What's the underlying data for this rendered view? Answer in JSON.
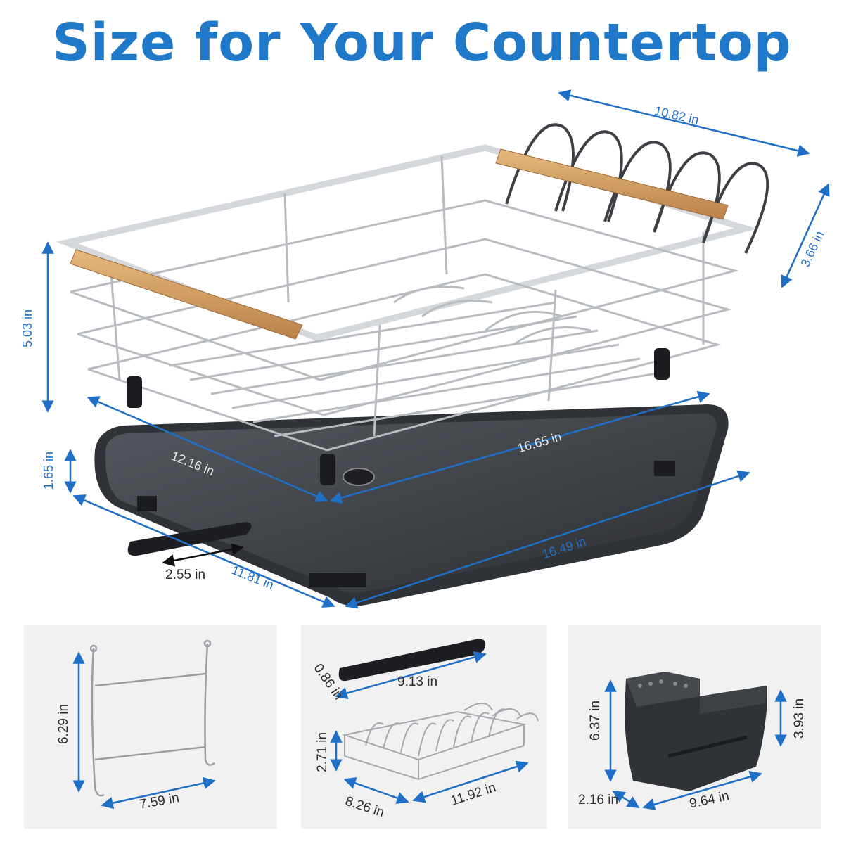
{
  "title": "Size for Your Countertop",
  "colors": {
    "accent": "#1f78c8",
    "panel": "#f1f1f2",
    "tray": "#3a3d42",
    "wood": "#d9a66a",
    "steel": "#c9ccd0"
  },
  "main": {
    "basket_length": "10.82 in",
    "basket_width": "3.66 in",
    "basket_height": "5.03 in",
    "basket_inner_depth": "12.16 in",
    "basket_inner_length": "16.65 in",
    "tray_height": "1.65 in",
    "spout_length": "2.55 in",
    "tray_depth": "11.81 in",
    "tray_length": "16.49 in"
  },
  "panels": {
    "hook": {
      "height": "6.29 in",
      "width": "7.59 in"
    },
    "accessories": {
      "spout_height": "0.86 in",
      "spout_length": "9.13 in",
      "rack_height": "2.71 in",
      "rack_depth": "8.26 in",
      "rack_length": "11.92 in"
    },
    "holder": {
      "height": "6.37 in",
      "inner_height": "3.93 in",
      "depth": "2.16 in",
      "length": "9.64 in"
    }
  }
}
